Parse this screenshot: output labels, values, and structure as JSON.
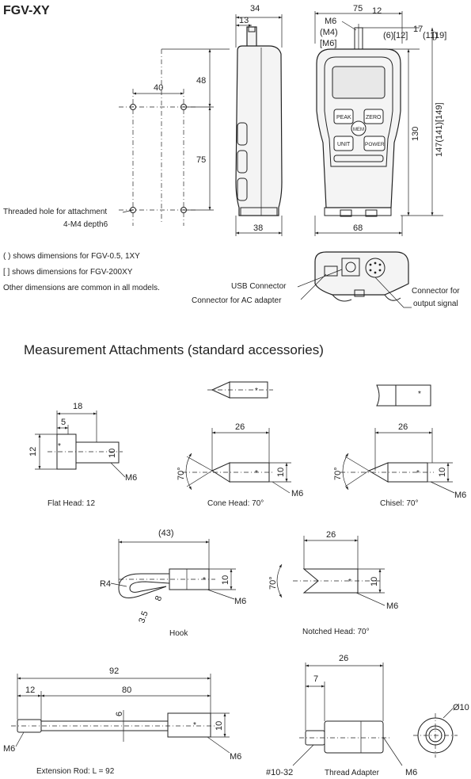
{
  "title": "FGV-XY",
  "section_title": "Measurement Attachments (standard accessories)",
  "notes": {
    "paren": "( ) shows dimensions for FGV-0.5, 1XY",
    "bracket": "[ ] shows dimensions for FGV-200XY",
    "common": "Other dimensions are common in all models."
  },
  "device": {
    "dims": {
      "d34": "34",
      "d13": "13",
      "d48": "48",
      "d40": "40",
      "d75_mount": "75",
      "d38": "38",
      "d75_width": "75",
      "m6": "M6",
      "m4": "(M4)",
      "m6b": "[M6]",
      "d12": "12",
      "d6p": "(6)",
      "d12b": "[12]",
      "d17": "17",
      "d11p": "(11)",
      "d19b": "[19]",
      "d130": "130",
      "d147": "147(141)[149]",
      "d68": "68"
    },
    "buttons": [
      "PEAK",
      "ZERO",
      "MEM",
      "UNIT",
      "POWER"
    ],
    "threaded_hole": "Threaded hole for attachment",
    "threaded_spec": "4-M4 depth6",
    "usb_connector": "USB Connector",
    "ac_connector": "Connector for AC adapter",
    "output_connector_1": "Connector for",
    "output_connector_2": "output signal"
  },
  "attachments": {
    "flat": {
      "caption": "Flat Head: 12",
      "d18": "18",
      "d5": "5",
      "d12": "12",
      "d10": "10",
      "m6": "M6"
    },
    "cone": {
      "caption": "Cone Head: 70°",
      "d26": "26",
      "angle": "70°",
      "d10": "10",
      "m6": "M6"
    },
    "chisel": {
      "caption": "Chisel: 70°",
      "d26": "26",
      "angle": "70°",
      "d10": "10",
      "m6": "M6"
    },
    "hook": {
      "caption": "Hook",
      "d43": "(43)",
      "r4": "R4",
      "d8": "8",
      "d35": "3.5",
      "d10": "10",
      "m6": "M6"
    },
    "notched": {
      "caption": "Notched Head: 70°",
      "d26": "26",
      "angle": "70°",
      "d10": "10",
      "m6": "M6"
    },
    "extension": {
      "caption": "Extension Rod: L = 92",
      "d92": "92",
      "d12": "12",
      "d80": "80",
      "d6": "6",
      "d10": "10",
      "m6a": "M6",
      "m6b": "M6"
    },
    "adapter": {
      "caption": "Thread Adapter",
      "d26": "26",
      "d7": "7",
      "d1032": "#10-32",
      "m6": "M6",
      "dia10": "Ø10"
    }
  }
}
